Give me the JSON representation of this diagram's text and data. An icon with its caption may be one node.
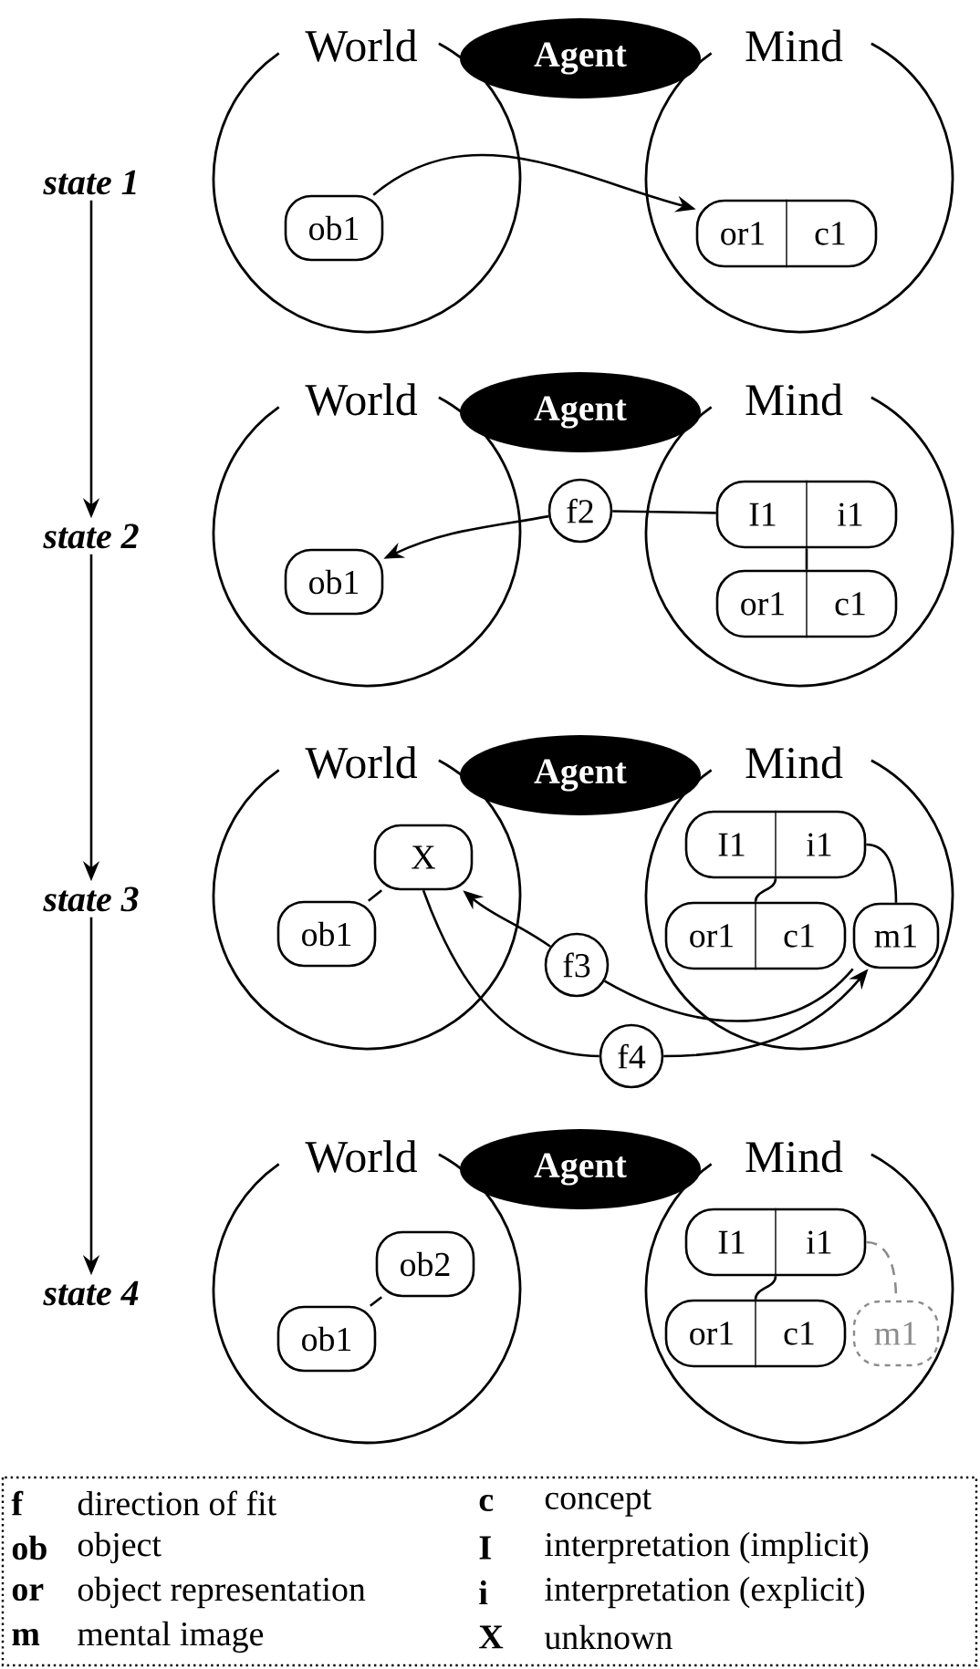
{
  "diagram": {
    "nodes": [
      {
        "text": [
          "state 1"
        ]
      },
      {
        "text": [
          "World"
        ]
      },
      {
        "text": [
          "Agent"
        ]
      },
      {
        "text": [
          "Mind"
        ]
      },
      {
        "text": [
          "ob1"
        ],
        "in": 1
      },
      {
        "text": [
          "or1",
          "c1"
        ],
        "in": 3
      },
      {
        "text": [
          "state 2"
        ]
      },
      {
        "text": [
          "World"
        ]
      },
      {
        "text": [
          "Agent"
        ]
      },
      {
        "text": [
          "Mind"
        ]
      },
      {
        "text": [
          "ob1"
        ],
        "in": 7
      },
      {
        "text": [
          "f2"
        ]
      },
      {
        "text": [
          "I1",
          "i1"
        ],
        "in": 9
      },
      {
        "text": [
          "or1",
          "c1"
        ],
        "in": 9
      },
      {
        "text": [
          "state 3"
        ]
      },
      {
        "text": [
          "World"
        ]
      },
      {
        "text": [
          "Agent"
        ]
      },
      {
        "text": [
          "Mind"
        ]
      },
      {
        "text": [
          "X"
        ],
        "in": 15
      },
      {
        "text": [
          "ob1"
        ],
        "in": 15
      },
      {
        "text": [
          "I1",
          "i1"
        ],
        "in": 17
      },
      {
        "text": [
          "or1",
          "c1"
        ],
        "in": 17
      },
      {
        "text": [
          "m1"
        ],
        "in": 17
      },
      {
        "text": [
          "f3"
        ]
      },
      {
        "text": [
          "f4"
        ]
      },
      {
        "text": [
          "state 4"
        ]
      },
      {
        "text": [
          "World"
        ]
      },
      {
        "text": [
          "Agent"
        ]
      },
      {
        "text": [
          "Mind"
        ]
      },
      {
        "text": [
          "ob2"
        ],
        "in": 26
      },
      {
        "text": [
          "ob1"
        ],
        "in": 26
      },
      {
        "text": [
          "I1",
          "i1"
        ],
        "in": 28
      },
      {
        "text": [
          "or1",
          "c1"
        ],
        "in": 28
      },
      {
        "text": [
          "m1"
        ],
        "in": 28
      }
    ],
    "edges": [
      {
        "from": 0,
        "to": 6,
        "arrow": "to"
      },
      {
        "from": 6,
        "to": 14,
        "arrow": "to"
      },
      {
        "from": 14,
        "to": 25,
        "arrow": "to"
      },
      {
        "from": 4,
        "to": 5,
        "arrow": "to"
      },
      {
        "from": 12,
        "to": 11,
        "arrow": "none"
      },
      {
        "from": 11,
        "to": 10,
        "arrow": "to"
      },
      {
        "from": 12,
        "to": 13,
        "arrow": "none"
      },
      {
        "from": 18,
        "to": 19,
        "arrow": "none"
      },
      {
        "from": 20,
        "to": 21,
        "arrow": "none"
      },
      {
        "from": 20,
        "to": 22,
        "arrow": "none"
      },
      {
        "from": 22,
        "to": 23,
        "arrow": "none"
      },
      {
        "from": 23,
        "to": 18,
        "arrow": "to"
      },
      {
        "from": 18,
        "to": 24,
        "arrow": "none"
      },
      {
        "from": 24,
        "to": 22,
        "arrow": "to"
      },
      {
        "from": 30,
        "to": 29,
        "arrow": "none"
      },
      {
        "from": 31,
        "to": 32,
        "arrow": "none"
      },
      {
        "from": 31,
        "to": 33,
        "arrow": "none",
        "style": "dashed",
        "color": "#8c8c8c"
      }
    ],
    "labels": [
      "f",
      "direction of fit",
      "c",
      "concept",
      "ob",
      "object",
      "I",
      "interpretation (implicit)",
      "or",
      "object representation",
      "i",
      "interpretation (explicit)",
      "m",
      "mental image",
      "X",
      "unknown"
    ]
  }
}
